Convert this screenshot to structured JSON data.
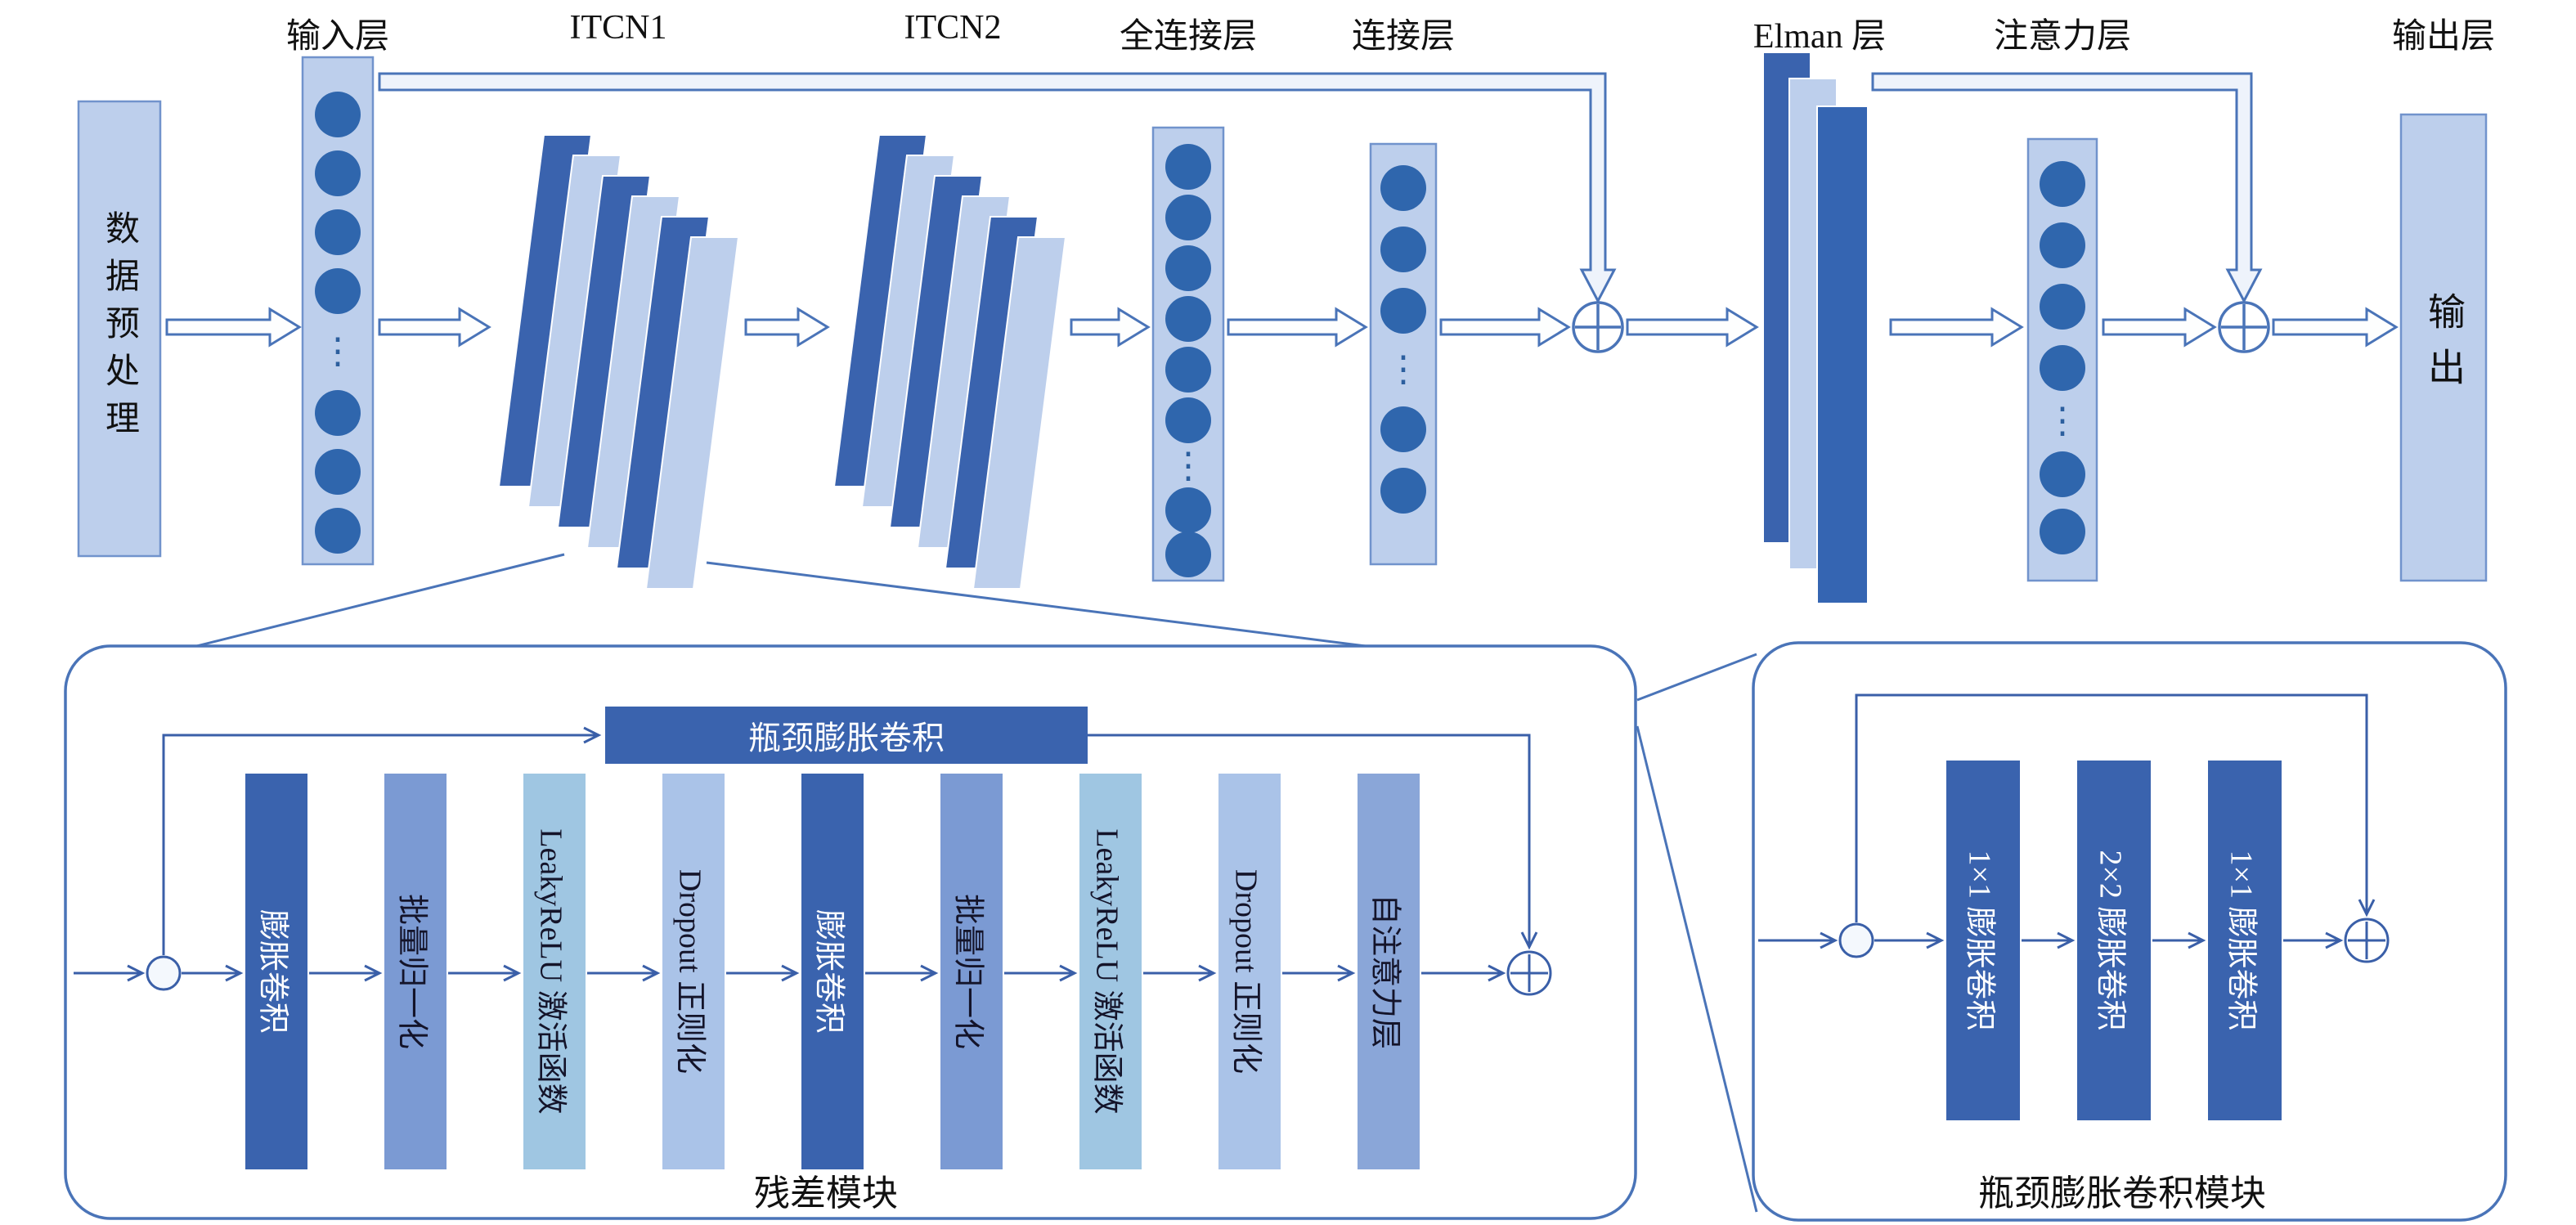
{
  "colors": {
    "dark_blue": "#3a63ae",
    "medium_blue": "#7b9ad3",
    "light_blue": "#bdcfec",
    "cyan_blue": "#9fc6e2",
    "pale_blue": "#aac3e8",
    "stroke_blue": "#4a74b8",
    "circle_blue": "#2f66ad"
  },
  "top": {
    "preprocess": "数据预处理",
    "input_label": "输入层",
    "itcn1_label": "ITCN1",
    "itcn2_label": "ITCN2",
    "fc_label": "全连接层",
    "concat_label": "连接层",
    "elman_label": "Elman 层",
    "attention_label": "注意力层",
    "output_layer_label": "输出层",
    "output_text": "输出",
    "ellipsis": "⋮"
  },
  "residual": {
    "caption": "残差模块",
    "bottleneck_bar_label": "瓶颈膨胀卷积",
    "blocks": [
      "膨胀卷积",
      "批量归一化",
      "LeakyReLU 激活函数",
      "Dropout 正则化",
      "膨胀卷积",
      "批量归一化",
      "LeakyReLU 激活函数",
      "Dropout 正则化",
      "自注意力层"
    ]
  },
  "bottleneck": {
    "caption": "瓶颈膨胀卷积模块",
    "blocks": [
      "1×1 膨胀卷积",
      "2×2 膨胀卷积",
      "1×1 膨胀卷积"
    ]
  }
}
